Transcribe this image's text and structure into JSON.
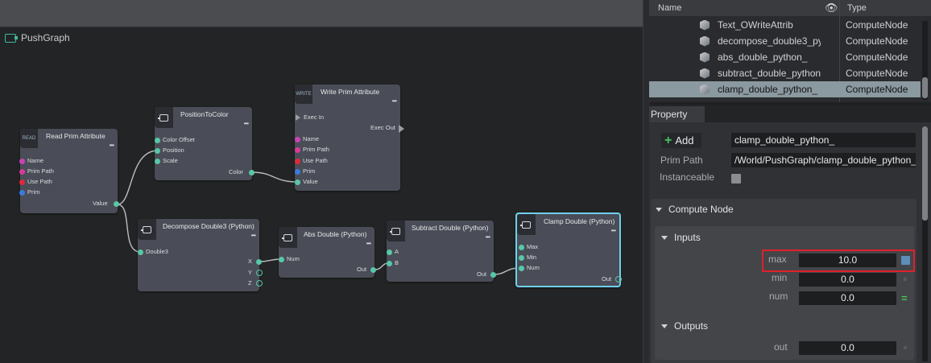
{
  "graph": {
    "title": "PushGraph",
    "nodes": {
      "read": {
        "icon_text": "READ",
        "title": "Read Prim Attribute",
        "ports": [
          "Name",
          "Prim Path",
          "Use Path",
          "Prim"
        ],
        "out": "Value"
      },
      "ptc": {
        "title": "PositionToColor",
        "ports": [
          "Color Offset",
          "Position",
          "Scale"
        ],
        "out": "Color"
      },
      "write": {
        "icon_text": "WRITE",
        "title": "Write Prim Attribute",
        "exec_in": "Exec In",
        "exec_out": "Exec Out",
        "ports": [
          "Name",
          "Prim Path",
          "Use Path",
          "Prim",
          "Value"
        ]
      },
      "dec": {
        "title": "Decompose Double3 (Python)",
        "in": "Double3",
        "outs": [
          "X",
          "Y",
          "Z"
        ]
      },
      "abs": {
        "title": "Abs Double (Python)",
        "in": "Num",
        "out": "Out"
      },
      "sub": {
        "title": "Subtract Double (Python)",
        "ins": [
          "A",
          "B"
        ],
        "out": "Out"
      },
      "clamp": {
        "title": "Clamp Double (Python)",
        "ins": [
          "Max",
          "Min",
          "Num"
        ],
        "out": "Out"
      }
    },
    "dots": "•••"
  },
  "stage": {
    "col_name": "Name",
    "col_type": "Type",
    "rows": [
      {
        "name": "Text_OWriteAttrib",
        "type": "ComputeNode",
        "selected": false
      },
      {
        "name": "decompose_double3_py",
        "type": "ComputeNode",
        "selected": false
      },
      {
        "name": "abs_double_python_",
        "type": "ComputeNode",
        "selected": false
      },
      {
        "name": "subtract_double_python",
        "type": "ComputeNode",
        "selected": false
      },
      {
        "name": "clamp_double_python_",
        "type": "ComputeNode",
        "selected": true
      }
    ]
  },
  "property": {
    "tab": "Property",
    "add_label": "Add",
    "name_value": "clamp_double_python_",
    "prim_path_label": "Prim Path",
    "prim_path_value": "/World/PushGraph/clamp_double_python_",
    "instanceable_label": "Instanceable",
    "compute_node_title": "Compute Node",
    "inputs_title": "Inputs",
    "inputs": [
      {
        "label": "max",
        "value": "10.0"
      },
      {
        "label": "min",
        "value": "0.0"
      },
      {
        "label": "num",
        "value": "0.0"
      }
    ],
    "outputs_title": "Outputs",
    "outputs": [
      {
        "label": "out",
        "value": "0.0"
      }
    ]
  },
  "colors": {
    "pin_name": "#c943b4",
    "pin_path": "#d8399a",
    "pin_usepath": "#e0293b",
    "pin_prim": "#3a7ae0",
    "pin_value": "#58c7a7",
    "selection": "#6fd0ef",
    "highlight": "#e0202a"
  }
}
